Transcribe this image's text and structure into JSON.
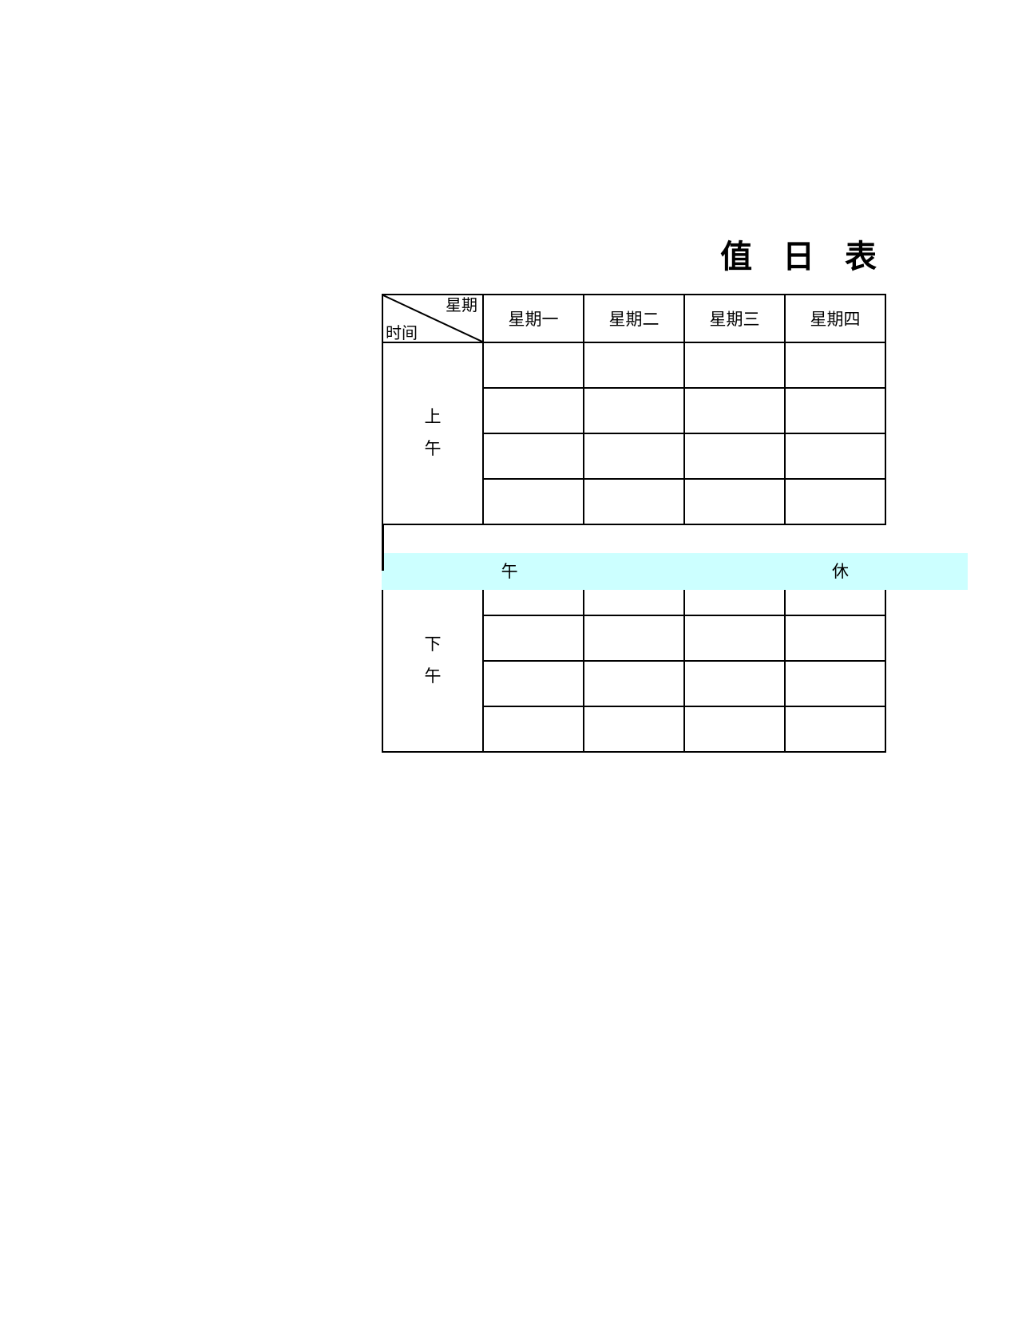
{
  "document": {
    "title": "值 日 表"
  },
  "table": {
    "corner": {
      "column_header_label": "星期",
      "row_header_label": "时间",
      "diagonal": true,
      "background_color": "#FFFF99"
    },
    "day_columns": [
      {
        "label": "星期一",
        "background_color": "#FFFFFF"
      },
      {
        "label": "星期二",
        "background_color": "#BFBFBF"
      },
      {
        "label": "星期三",
        "background_color": "#8EC5F5"
      },
      {
        "label": "星期四",
        "background_color": "#8EC5F5"
      }
    ],
    "sections": [
      {
        "label_chars": [
          "上",
          "午"
        ],
        "label": "上午",
        "background_color": "#CCFFFF",
        "rows": [
          [
            "",
            "",
            "",
            ""
          ],
          [
            "",
            "",
            "",
            ""
          ],
          [
            "",
            "",
            "",
            ""
          ],
          [
            "",
            "",
            "",
            ""
          ]
        ]
      },
      {
        "label_chars": [
          "下",
          "午"
        ],
        "label": "下午",
        "background_color": "#CCFFFF",
        "rows": [
          [
            "",
            "",
            "",
            ""
          ],
          [
            "",
            "",
            "",
            ""
          ],
          [
            "",
            "",
            "",
            ""
          ],
          [
            "",
            "",
            "",
            ""
          ]
        ]
      }
    ],
    "lunch_break": {
      "label": "午     休",
      "background_color": "#CCFFFF"
    }
  }
}
